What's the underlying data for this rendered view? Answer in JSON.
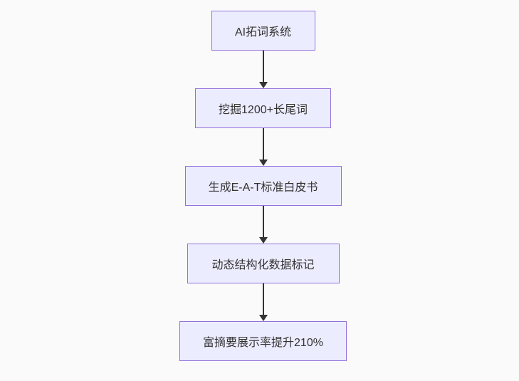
{
  "diagram": {
    "type": "flowchart",
    "direction": "top-down",
    "colors": {
      "background": "#fafafa",
      "node_fill": "#ececff",
      "node_border": "#9370db",
      "arrow": "#333333",
      "text": "#333333"
    },
    "nodes": [
      {
        "id": "A",
        "label": "AI拓词系统"
      },
      {
        "id": "B",
        "label": "挖掘1200+长尾词"
      },
      {
        "id": "C",
        "label": "生成E-A-T标准白皮书"
      },
      {
        "id": "D",
        "label": "动态结构化数据标记"
      },
      {
        "id": "E",
        "label": "富摘要展示率提升210%"
      }
    ],
    "edges": [
      {
        "from": "A",
        "to": "B"
      },
      {
        "from": "B",
        "to": "C"
      },
      {
        "from": "C",
        "to": "D"
      },
      {
        "from": "D",
        "to": "E"
      }
    ]
  }
}
